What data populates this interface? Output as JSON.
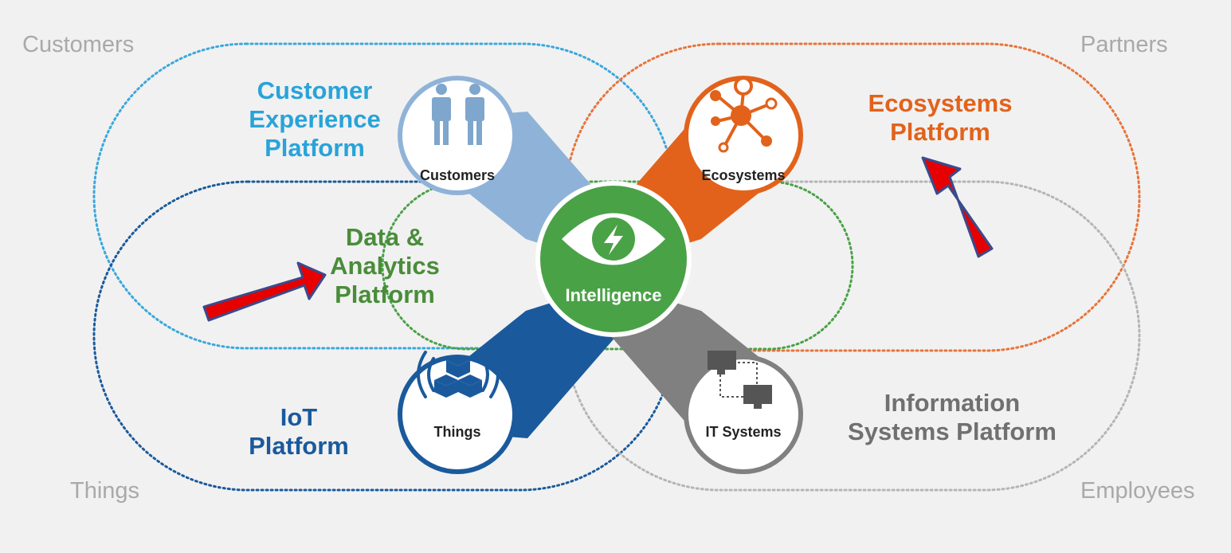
{
  "corners": {
    "top_left": "Customers",
    "top_right": "Partners",
    "bottom_left": "Things",
    "bottom_right": "Employees"
  },
  "platforms": {
    "customer_experience": {
      "line1": "Customer",
      "line2": "Experience",
      "line3": "Platform",
      "color": "#29a3d9"
    },
    "ecosystems": {
      "line1": "Ecosystems",
      "line2": "Platform",
      "color": "#e2621b"
    },
    "data_analytics": {
      "line1": "Data &",
      "line2": "Analytics",
      "line3": "Platform",
      "color": "#4a8c3a"
    },
    "iot": {
      "line1": "IoT",
      "line2": "Platform",
      "color": "#1a5a9c"
    },
    "information_systems": {
      "line1": "Information",
      "line2": "Systems Platform",
      "color": "#707070"
    }
  },
  "nodes": {
    "customers": {
      "label": "Customers",
      "color": "#8fb3d8",
      "icon": "people-icon"
    },
    "ecosystems": {
      "label": "Ecosystems",
      "color": "#e2621b",
      "icon": "network-hub-icon"
    },
    "things": {
      "label": "Things",
      "color": "#1a5a9c",
      "icon": "cubes-signal-icon"
    },
    "it_systems": {
      "label": "IT Systems",
      "color": "#808080",
      "icon": "connected-monitors-icon"
    },
    "intelligence": {
      "label": "Intelligence",
      "color": "#4aa247",
      "icon": "eye-lightning-icon"
    }
  },
  "annotations": {
    "arrow_color": "#e60000",
    "arrow_outline": "#3b4a8c"
  }
}
